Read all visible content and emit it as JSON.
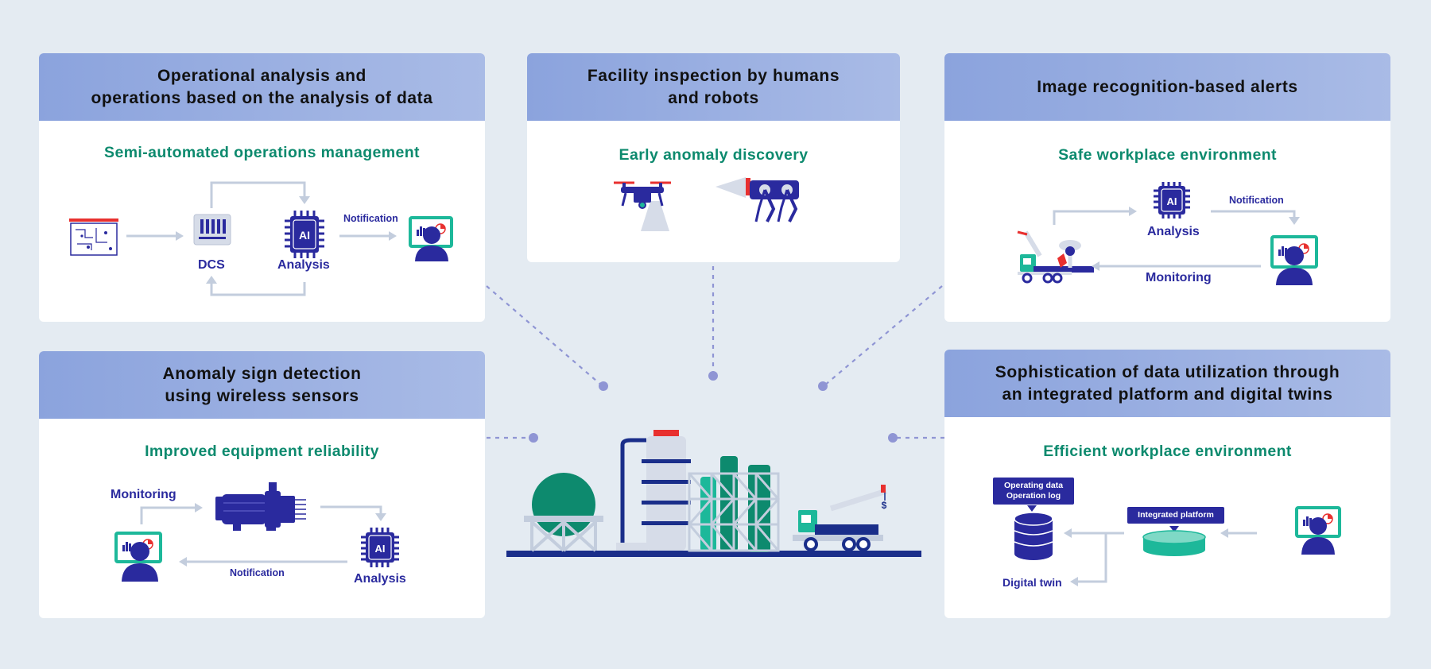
{
  "colors": {
    "background": "#e4ebf2",
    "header_start": "#8ba3dd",
    "header_end": "#a9bbe6",
    "navy": "#2a2a9e",
    "green": "#0d8a6e",
    "teal": "#1db89a",
    "red": "#e8302f",
    "arrow": "#c3cddd",
    "dots": "#8f95d4"
  },
  "panels": {
    "operational": {
      "title": "Operational analysis and\noperations based on the analysis of data",
      "subtitle": "Semi-automated operations management",
      "dcs_label": "DCS",
      "analysis_label": "Analysis",
      "notification_label": "Notification"
    },
    "inspection": {
      "title": "Facility inspection by humans\nand robots",
      "subtitle": "Early anomaly discovery"
    },
    "image": {
      "title": "Image recognition-based alerts",
      "subtitle": "Safe workplace environment",
      "analysis_label": "Analysis",
      "notification_label": "Notification",
      "monitoring_label": "Monitoring"
    },
    "anomaly": {
      "title": "Anomaly sign detection\nusing wireless sensors",
      "subtitle": "Improved equipment reliability",
      "monitoring_label": "Monitoring",
      "notification_label": "Notification",
      "analysis_label": "Analysis"
    },
    "platform": {
      "title": "Sophistication of data utilization through\nan integrated platform and digital twins",
      "subtitle": "Efficient workplace environment",
      "operating_callout": "Operating data\nOperation log",
      "integrated_callout": "Integrated platform",
      "digital_twin_label": "Digital twin"
    }
  },
  "icons": {
    "ai_chip": "ai-chip-icon",
    "monitor_person": "operator-monitor-icon",
    "drone": "drone-icon",
    "robot": "robot-dog-icon",
    "plant": "industrial-plant-icon"
  },
  "ai_text": "AI"
}
